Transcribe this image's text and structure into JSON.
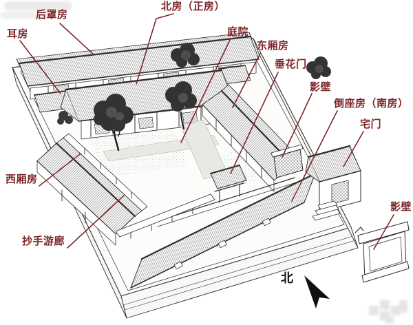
{
  "figure": {
    "subject": "siheyuan-courtyard-house-annotated-diagram"
  },
  "colors": {
    "label_red": "#7e2629",
    "ink": "#2e2e2e",
    "background": "#ffffff"
  },
  "labels": {
    "houzhaofang": {
      "text": "后罩房"
    },
    "erfang": {
      "text": "耳房"
    },
    "beifang": {
      "text": "北房（正房）"
    },
    "tingyuan": {
      "text": "庭院"
    },
    "dongxiangfang": {
      "text": "东厢房"
    },
    "chuihuamen": {
      "text": "垂花门"
    },
    "yingbi_inner": {
      "text": "影壁"
    },
    "daozuofang": {
      "text": "倒座房（南房）"
    },
    "zhaimen": {
      "text": "宅门"
    },
    "yingbi_outer": {
      "text": "影壁"
    },
    "xixiangfang": {
      "text": "西厢房"
    },
    "chaoshou_youlang": {
      "text": "抄手游廊"
    }
  },
  "compass": {
    "north_label": "北"
  }
}
